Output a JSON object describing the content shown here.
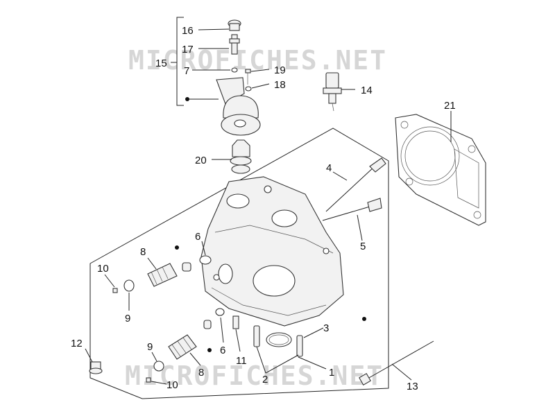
{
  "watermark": {
    "top": "MICROFICHES.NET",
    "bottom": "MICROFICHES.NET"
  },
  "callouts": {
    "c1": "1",
    "c2": "2",
    "c3": "3",
    "c4": "4",
    "c5": "5",
    "c6a": "6",
    "c6b": "6",
    "c7": "7",
    "c8a": "8",
    "c8b": "8",
    "c9a": "9",
    "c9b": "9",
    "c10a": "10",
    "c10b": "10",
    "c11": "11",
    "c12": "12",
    "c13": "13",
    "c14": "14",
    "c15": "15",
    "c16": "16",
    "c17": "17",
    "c18": "18",
    "c19": "19",
    "c20": "20",
    "c21": "21"
  }
}
